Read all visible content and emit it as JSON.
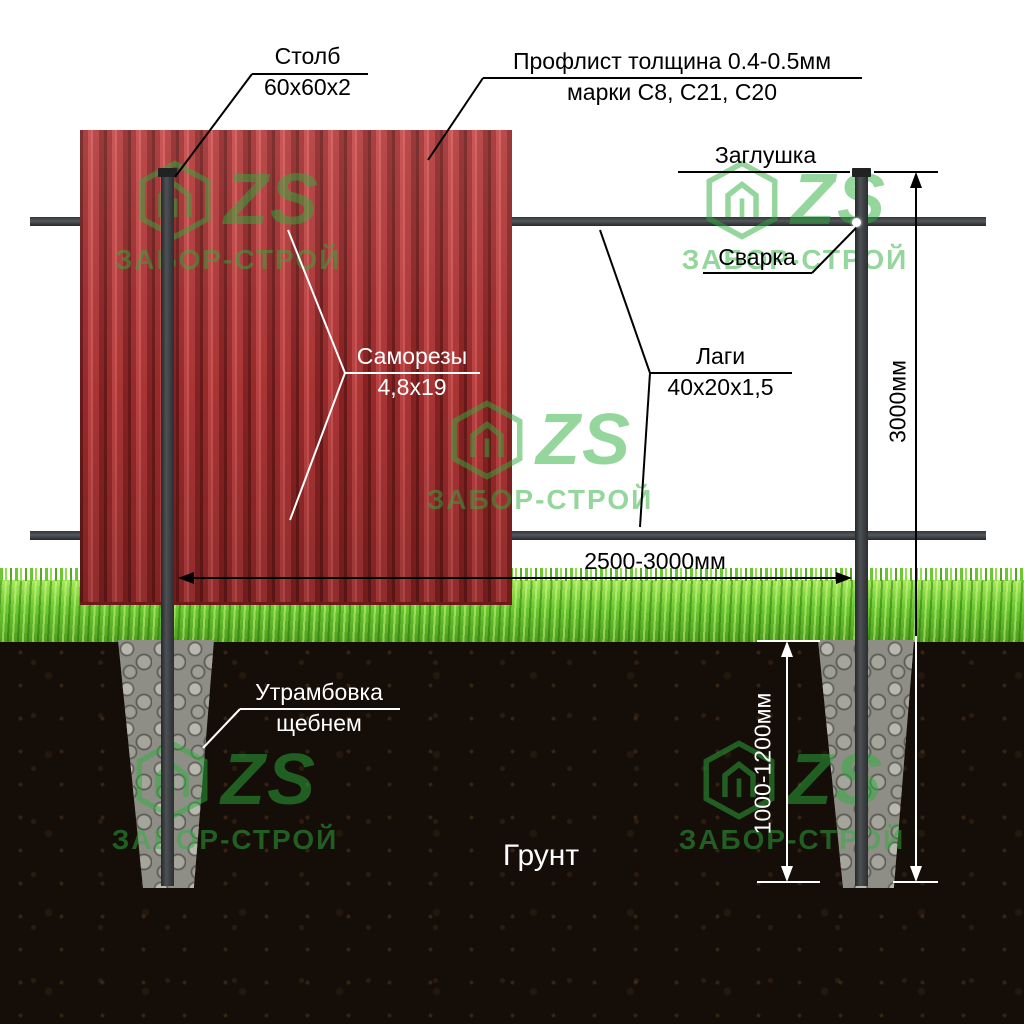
{
  "watermark": {
    "logo": "ZS",
    "text": "ЗАБОР-СТРОЙ",
    "color": "#2eae3e"
  },
  "labels": {
    "post": {
      "title": "Столб",
      "value": "60х60х2"
    },
    "profiled_sheet": {
      "title": "Профлист  толщина 0.4-0.5мм",
      "value": "марки С8, С21, С20"
    },
    "cap": {
      "title": "Заглушка"
    },
    "weld": {
      "title": "Сварка"
    },
    "screws": {
      "title": "Саморезы",
      "value": "4,8х19"
    },
    "rails": {
      "title": "Лаги",
      "value": "40х20х1,5"
    },
    "tamping": {
      "title": "Утрамбовка",
      "value": "щебнем"
    },
    "ground": {
      "title": "Грунт"
    }
  },
  "dimensions": {
    "span": "2500-3000мм",
    "height": "3000мм",
    "depth": "1000-1200мм"
  },
  "colors": {
    "sheet_red": "#a83232",
    "metal_gray": "#3c3f41",
    "grass_green": "#6cc832",
    "soil_dark": "#150d07",
    "gravel_gray": "#8e8e86"
  }
}
